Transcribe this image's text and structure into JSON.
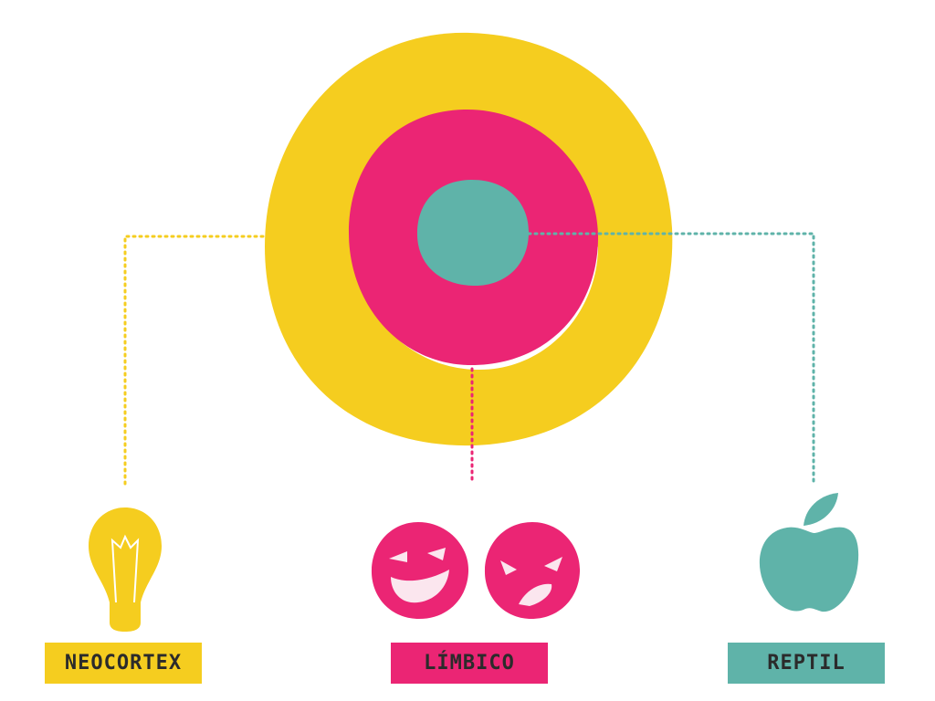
{
  "colors": {
    "yellow": "#F5CD1F",
    "magenta": "#EB2574",
    "teal": "#5FB3A9",
    "label_text": "#2B2B2B",
    "face_fill": "#FBE6EE"
  },
  "labels": {
    "neocortex": "NEOCORTEX",
    "limbico": "LÍMBICO",
    "reptil": "REPTIL"
  },
  "icons": {
    "neocortex": "light-bulb-icon",
    "limbico_happy": "happy-face-icon",
    "limbico_angry": "angry-face-icon",
    "reptil": "apple-icon"
  }
}
